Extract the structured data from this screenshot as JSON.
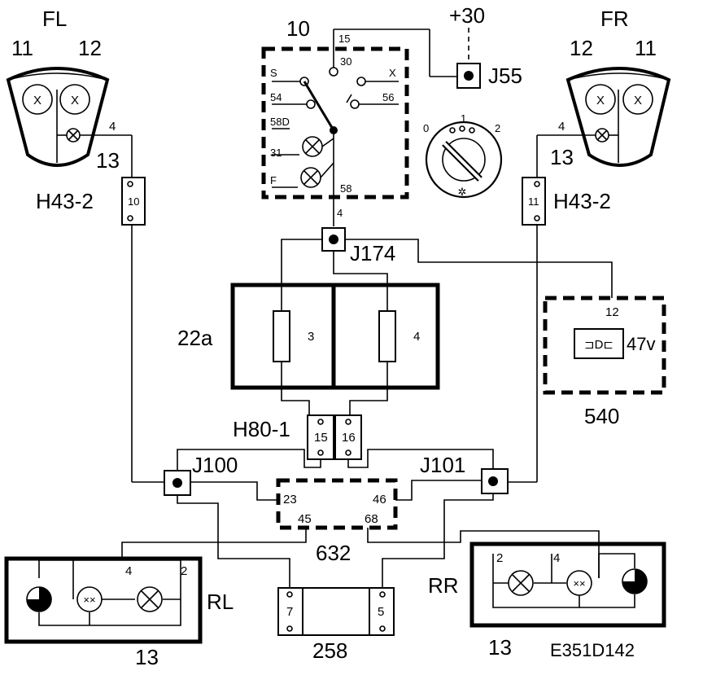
{
  "diagram": {
    "front_left": {
      "side": "FL",
      "bulb_a": "11",
      "bulb_b": "12",
      "lamp_ref": "13",
      "pin": "4"
    },
    "front_right": {
      "side": "FR",
      "bulb_a": "12",
      "bulb_b": "11",
      "lamp_ref": "13",
      "pin": "4"
    },
    "switch": {
      "ref": "10",
      "pin_15": "15",
      "pin_30": "30",
      "pin_s": "S",
      "pin_x": "X",
      "pin_54": "54",
      "pin_56": "56",
      "pin_58d": "58D",
      "pin_31": "31",
      "pin_f": "F",
      "pin_58": "58",
      "pin_4": "4"
    },
    "knob": {
      "pos0": "0",
      "pos1": "1",
      "pos2": "2"
    },
    "supply": {
      "label": "+30",
      "junction": "J55"
    },
    "junction_j174": "J174",
    "connector_h43_left": {
      "ref": "H43-2",
      "pin": "10"
    },
    "connector_h43_right": {
      "ref": "H43-2",
      "pin": "11"
    },
    "fusebox": {
      "ref": "22a",
      "fuse_a": "3",
      "fuse_b": "4"
    },
    "module_540": {
      "ref": "540",
      "pin": "12",
      "code": "47v"
    },
    "connector_h80": {
      "ref": "H80-1",
      "pin_a": "15",
      "pin_b": "16"
    },
    "junction_j100": "J100",
    "junction_j101": "J101",
    "module_632": {
      "ref": "632",
      "pin_23": "23",
      "pin_46": "46",
      "pin_45": "45",
      "pin_68": "68"
    },
    "rear_left": {
      "side": "RL",
      "pin_4": "4",
      "pin_2": "2",
      "lamp_ref": "13"
    },
    "rear_right": {
      "side": "RR",
      "pin_2": "2",
      "pin_4": "4",
      "lamp_ref": "13"
    },
    "connector_258": {
      "ref": "258",
      "pin_a": "7",
      "pin_b": "5"
    },
    "drawing_id": "E351D142"
  }
}
